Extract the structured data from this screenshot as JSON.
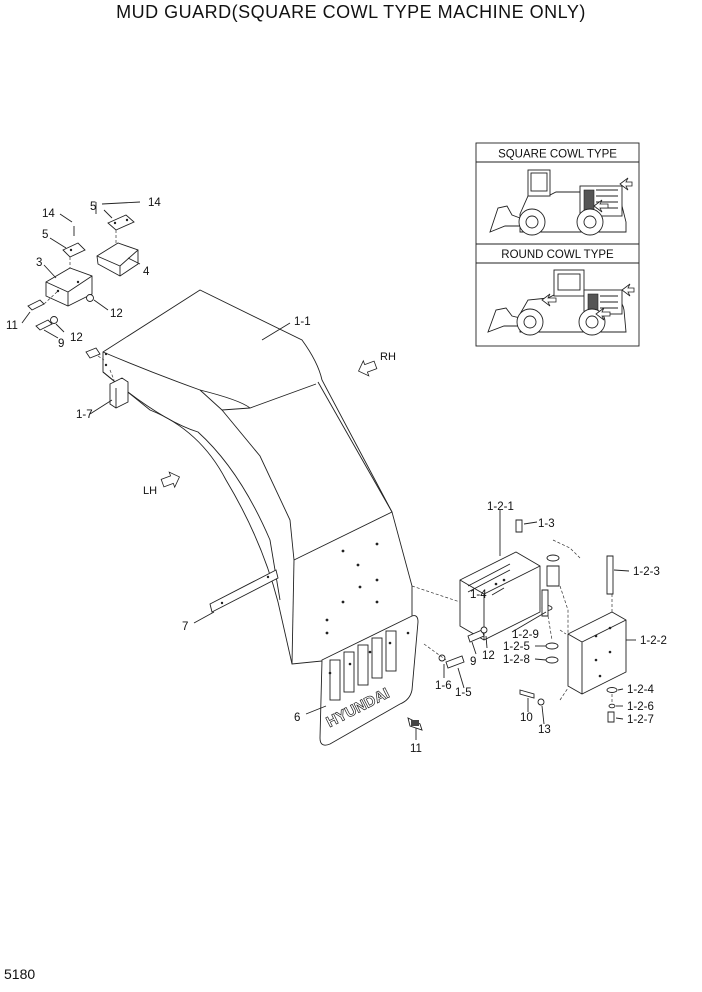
{
  "title": "MUD GUARD(SQUARE COWL TYPE MACHINE ONLY)",
  "page_number": "5180",
  "inset": {
    "panels": [
      {
        "label": "SQUARE COWL TYPE"
      },
      {
        "label": "ROUND COWL TYPE"
      }
    ]
  },
  "directions": {
    "rh": "RH",
    "lh": "LH"
  },
  "brand_text": "HYUNDAI",
  "parts": [
    "1-1",
    "1-7",
    "14",
    "5",
    "14",
    "5",
    "3",
    "4",
    "12",
    "11",
    "12",
    "9",
    "7",
    "6",
    "11",
    "1-2-1",
    "1-3",
    "1-4",
    "1-2-9",
    "1-2-5",
    "1-2-8",
    "12",
    "9",
    "1-6",
    "1-5",
    "1-2-3",
    "1-2-2",
    "1-2-4",
    "1-2-6",
    "1-2-7",
    "10",
    "13"
  ]
}
